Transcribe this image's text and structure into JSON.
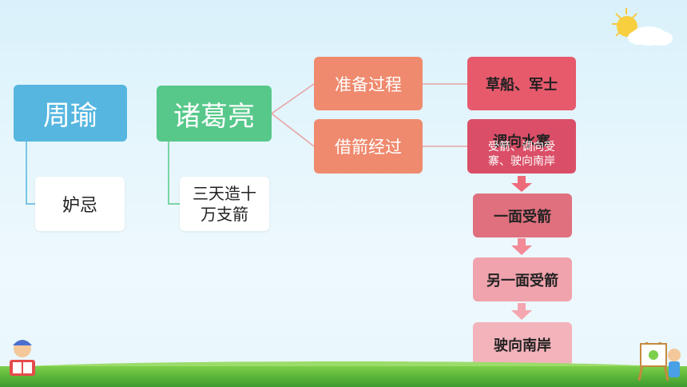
{
  "nodes": {
    "zhouyu": "周瑜",
    "duji": "妒忌",
    "zhuge": "诸葛亮",
    "task": "三天造十\n万支箭",
    "prep": "准备过程",
    "jie": "借箭经过",
    "boats": "草船、军士",
    "step1_top": "调向水寨",
    "step1_overlap": "受箭、调向受\n寨、驶向南岸",
    "step2": "一面受箭",
    "step3": "另一面受箭",
    "step4": "驶向南岸"
  },
  "icons": [
    "sun-cloud-icon",
    "reading-child-icon",
    "easel-child-icon"
  ],
  "colors": {
    "blue": "#56b6e0",
    "green": "#57c88a",
    "orange": "#ef8a6e",
    "red": "#e65a6c",
    "pink": "#f0a3ad",
    "line": "#e8a3a3"
  }
}
